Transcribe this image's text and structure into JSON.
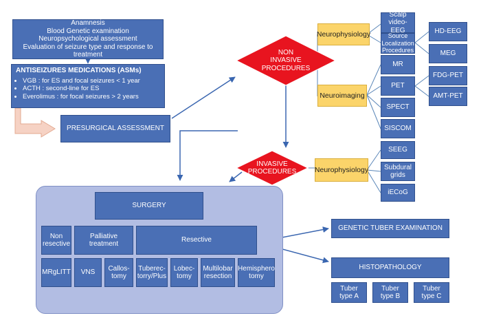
{
  "anamnesis": "Anamnesis\nBlood Genetic examination\nNeuropsychological assessment\nEvaluation of seizure type and response to treatment",
  "asm": {
    "title": "ANTISEIZURES MEDICATIONS (ASMs)",
    "items": [
      "VGB : for ES and focal seizures < 1 year",
      "ACTH : second-line for ES",
      "Everolimus : for focal seizures > 2 years"
    ]
  },
  "presurgical": "PRESURGICAL ASSESSMENT",
  "non_invasive": "NON\nINVASIVE\nPROCEDURES",
  "invasive": "INVASIVE\nPROCEDURES",
  "neurophysiology_top": "Neurophysiology",
  "neuroimaging": "Neuroimaging",
  "neurophysiology_inv": "Neurophysiology",
  "scalp": "Scalp video-EEG",
  "source": "Source Localization Procedures",
  "hdeeg": "HD-EEG",
  "meg": "MEG",
  "mr": "MR",
  "pet": "PET",
  "fdgpet": "FDG-PET",
  "amtpet": "AMT-PET",
  "spect": "SPECT",
  "siscom": "SISCOM",
  "seeg": "SEEG",
  "subdural": "Subdural grids",
  "iecog": "iECoG",
  "surgery": "SURGERY",
  "non_resective": "Non resective",
  "palliative": "Palliative treatment",
  "resective": "Resective",
  "mrglitt": "MRgLITT",
  "vns": "VNS",
  "callosotomy": "Callos-\ntomy",
  "tuberectomy": "Tuberec-\ntorry/Plus",
  "lobectomy": "Lobec-\ntomy",
  "multilobar": "Multilobar resection",
  "hemispherotomy": "Hemisphero tomy",
  "genetic_tuber": "GENETIC TUBER EXAMINATION",
  "histopathology": "HISTOPATHOLOGY",
  "tuber_a": "Tuber type A",
  "tuber_b": "Tuber type B",
  "tuber_c": "Tuber type C"
}
